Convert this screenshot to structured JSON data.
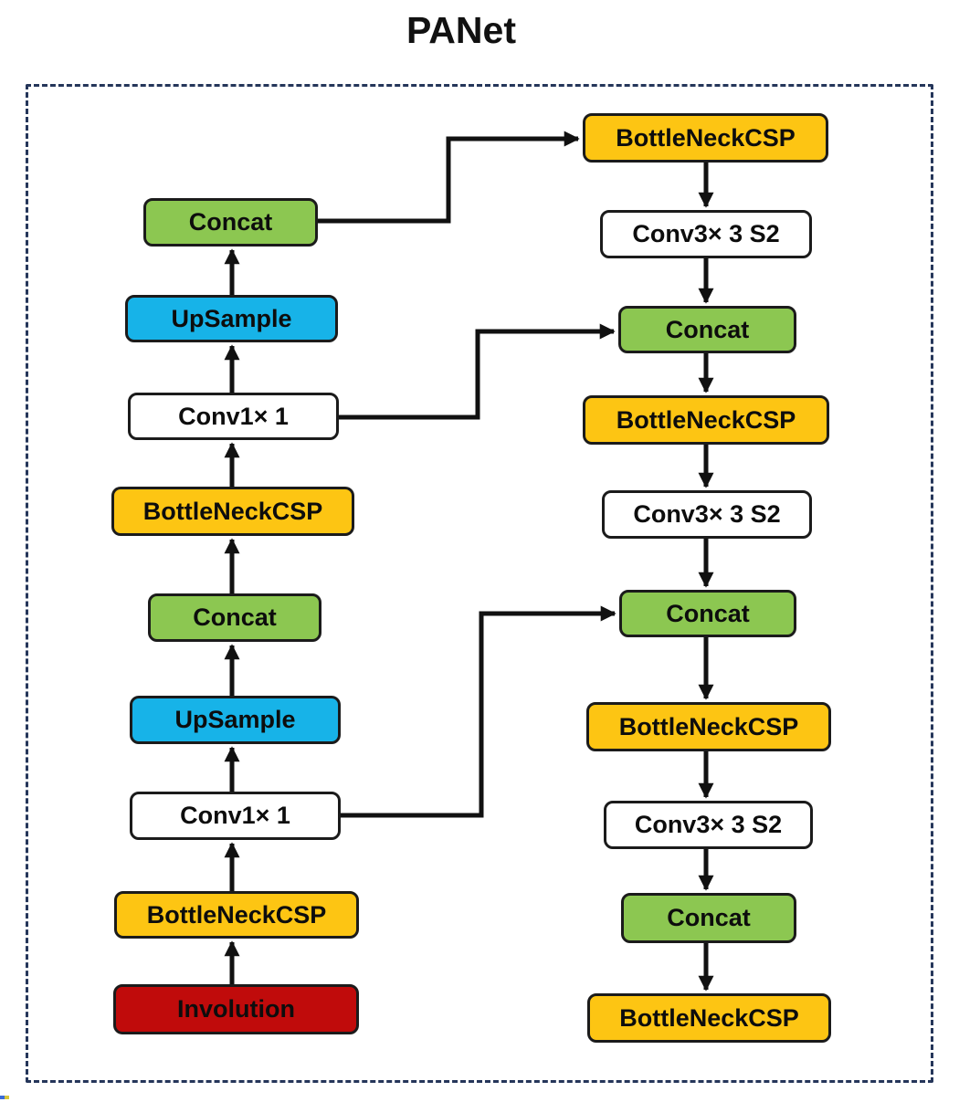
{
  "title": "PANet",
  "palette": {
    "concat_green": "#8CC751",
    "upsample_blue": "#17B3E8",
    "bottleneck_gold": "#FDC513",
    "involution_red": "#C00B0B",
    "conv_white": "#FFFFFF",
    "box_border": "#1B1B1B",
    "arrow_black": "#111111",
    "frame_dash_navy": "#25365A"
  },
  "left": {
    "nodes": [
      {
        "label": "Concat",
        "color": "green"
      },
      {
        "label": "UpSample",
        "color": "blue"
      },
      {
        "label": "Conv1× 1",
        "color": "white"
      },
      {
        "label": "BottleNeckCSP",
        "color": "orange"
      },
      {
        "label": "Concat",
        "color": "green"
      },
      {
        "label": "UpSample",
        "color": "blue"
      },
      {
        "label": "Conv1× 1",
        "color": "white"
      },
      {
        "label": "BottleNeckCSP",
        "color": "orange"
      },
      {
        "label": "Involution",
        "color": "red"
      }
    ]
  },
  "right": {
    "nodes": [
      {
        "label": "BottleNeckCSP",
        "color": "orange"
      },
      {
        "label": "Conv3× 3 S2",
        "color": "white"
      },
      {
        "label": "Concat",
        "color": "green"
      },
      {
        "label": "BottleNeckCSP",
        "color": "orange"
      },
      {
        "label": "Conv3× 3 S2",
        "color": "white"
      },
      {
        "label": "Concat",
        "color": "green"
      },
      {
        "label": "BottleNeckCSP",
        "color": "orange"
      },
      {
        "label": "Conv3× 3 S2",
        "color": "white"
      },
      {
        "label": "Concat",
        "color": "green"
      },
      {
        "label": "BottleNeckCSP",
        "color": "orange"
      }
    ]
  },
  "connections": {
    "left_chain_bottom_to_top": [
      "Involution",
      "BottleNeckCSP",
      "Conv1× 1",
      "UpSample",
      "Concat",
      "BottleNeckCSP",
      "Conv1× 1",
      "UpSample",
      "Concat"
    ],
    "right_chain_top_to_bottom": [
      "BottleNeckCSP",
      "Conv3× 3 S2",
      "Concat",
      "BottleNeckCSP",
      "Conv3× 3 S2",
      "Concat",
      "BottleNeckCSP",
      "Conv3× 3 S2",
      "Concat",
      "BottleNeckCSP"
    ],
    "cross_links": [
      {
        "from": "left Concat (top)",
        "to": "right BottleNeckCSP (top)"
      },
      {
        "from": "left Conv1× 1 (upper)",
        "to": "right Concat (first)"
      },
      {
        "from": "left Conv1× 1 (lower)",
        "to": "right Concat (second)"
      }
    ]
  }
}
